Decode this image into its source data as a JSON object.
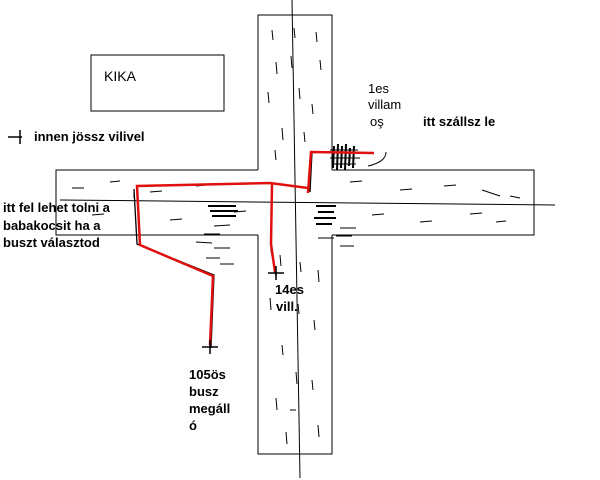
{
  "map": {
    "store_name": "KIKA",
    "legend_text": "innen jössz vilivel",
    "tram1_lines": [
      "1es",
      "villam",
      "oş"
    ],
    "get_off_text": "itt szállsz le",
    "stroller_lines": [
      "itt fel lehet tolni a",
      "babakocsit  ha a",
      "buszt választod"
    ],
    "tram14_lines": [
      "14es",
      "vill."
    ],
    "bus_lines": [
      "105ös",
      "busz",
      "megáll",
      "ó"
    ],
    "colors": {
      "route": "#e01010",
      "ink": "#000000"
    }
  }
}
